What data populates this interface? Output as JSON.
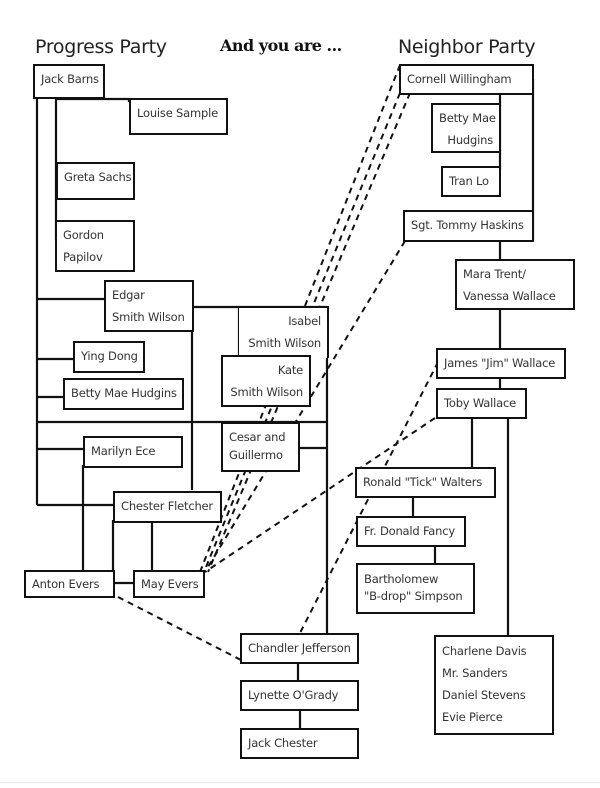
{
  "header": {
    "left_party": "Progress Party",
    "center_prompt": "And you are ...",
    "right_party": "Neighbor Party"
  },
  "progress_party": {
    "jack_barns": "Jack Barns",
    "louise_sample": "Louise Sample",
    "greta_sachs": "Greta Sachs",
    "gordon_papilov": [
      "Gordon",
      "Papilov"
    ],
    "edgar_smith_wilson": [
      "Edgar",
      "Smith Wilson"
    ],
    "isabel_smith_wilson": [
      "Isabel",
      "Smith Wilson"
    ],
    "kate_smith_wilson": [
      "Kate",
      "Smith Wilson"
    ],
    "ying_dong": "Ying Dong",
    "betty_mae_hudgins": "Betty Mae Hudgins",
    "cesar_guillermo": [
      "Cesar and",
      "Guillermo"
    ],
    "marilyn_ece": "Marilyn Ece",
    "chester_fletcher": "Chester Fletcher",
    "anton_evers": "Anton Evers",
    "may_evers": "May Evers",
    "chandler_jefferson": "Chandler Jefferson",
    "lynette_ogrady": "Lynette O'Grady",
    "jack_chester": "Jack Chester"
  },
  "neighbor_party": {
    "cornell_willingham": "Cornell Willingham",
    "betty_mae_hudgins": [
      "Betty Mae",
      "Hudgins"
    ],
    "tran_lo": "Tran Lo",
    "tommy_haskins": "Sgt. Tommy Haskins",
    "mara_vanessa": [
      "Mara Trent/",
      "Vanessa Wallace"
    ],
    "jim_wallace": "James \"Jim\" Wallace",
    "toby_wallace": "Toby Wallace",
    "ronald_walters": "Ronald \"Tick\" Walters",
    "donald_fancy": "Fr. Donald Fancy",
    "bartholomew_simpson": [
      "Bartholomew",
      "\"B-drop\" Simpson"
    ],
    "group_members": [
      "Charlene Davis",
      "Mr. Sanders",
      "Daniel Stevens",
      "Evie Pierce"
    ]
  },
  "colors": {
    "line": "#111111",
    "text": "#333333",
    "background": "#ffffff"
  }
}
